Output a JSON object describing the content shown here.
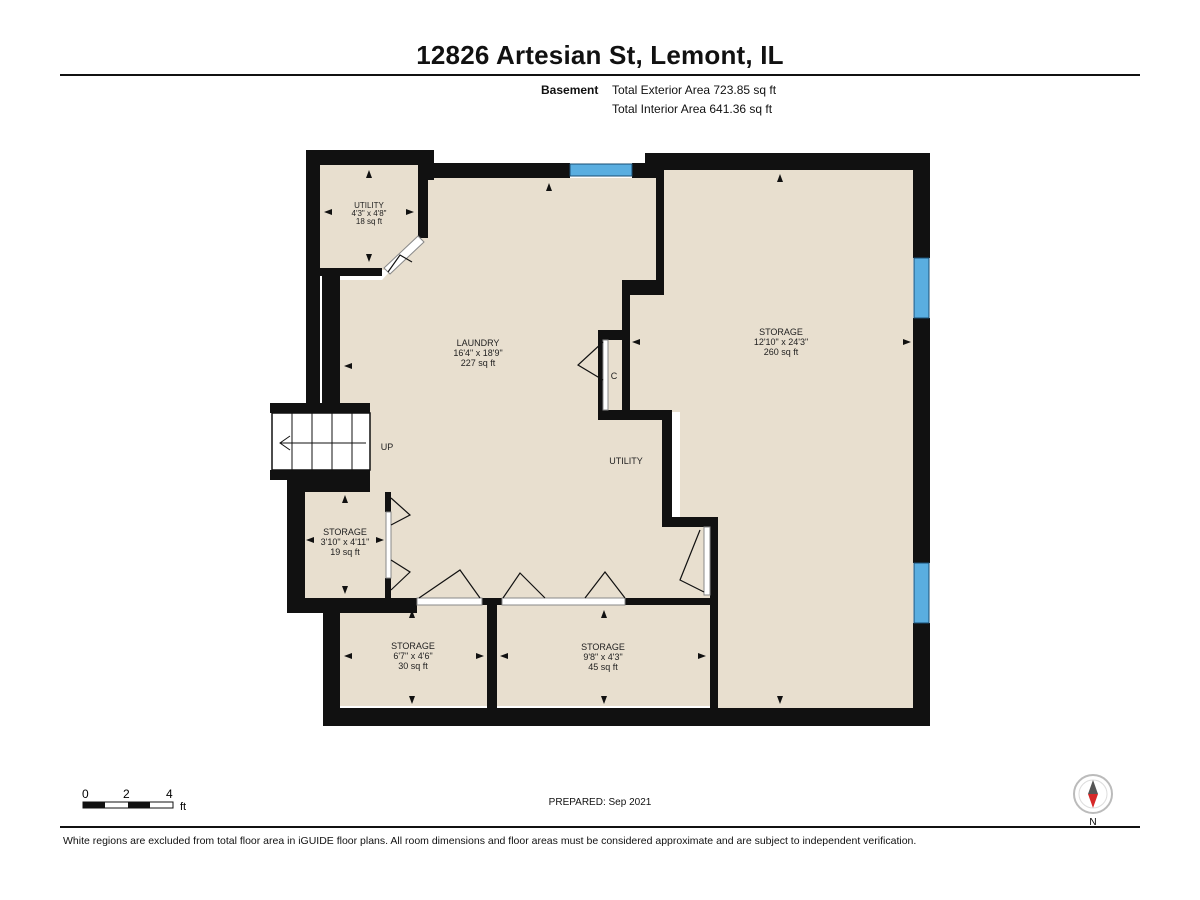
{
  "title": "12826 Artesian St, Lemont, IL",
  "floor": {
    "name": "Basement",
    "exterior_area": "Total Exterior Area 723.85 sq ft",
    "interior_area": "Total Interior Area 641.36 sq ft"
  },
  "rooms": {
    "utility_small": {
      "name": "UTILITY",
      "dims": "4'3\" x 4'8\"",
      "area": "18 sq ft"
    },
    "laundry": {
      "name": "LAUNDRY",
      "dims": "16'4\" x 18'9\"",
      "area": "227 sq ft"
    },
    "storage_large": {
      "name": "STORAGE",
      "dims": "12'10\" x 24'3\"",
      "area": "260 sq ft"
    },
    "storage_small": {
      "name": "STORAGE",
      "dims": "3'10\" x 4'11\"",
      "area": "19 sq ft"
    },
    "storage_mid": {
      "name": "STORAGE",
      "dims": "6'7\" x 4'6\"",
      "area": "30 sq ft"
    },
    "storage_wide": {
      "name": "STORAGE",
      "dims": "9'8\" x 4'3\"",
      "area": "45 sq ft"
    },
    "utility_label": "UTILITY",
    "closet_label": "C",
    "stairs_label": "UP"
  },
  "scale": {
    "ticks": [
      "0",
      "2",
      "4"
    ],
    "unit": "ft"
  },
  "compass": {
    "label": "N"
  },
  "prepared": "PREPARED: Sep 2021",
  "disclaimer": "White regions are excluded from total floor area in iGUIDE floor plans. All room dimensions and floor areas must be considered approximate and are subject to independent verification.",
  "colors": {
    "floor": "#e8dfcf",
    "wall": "#111111",
    "window": "#5aaee0",
    "compass_red": "#d62828"
  }
}
